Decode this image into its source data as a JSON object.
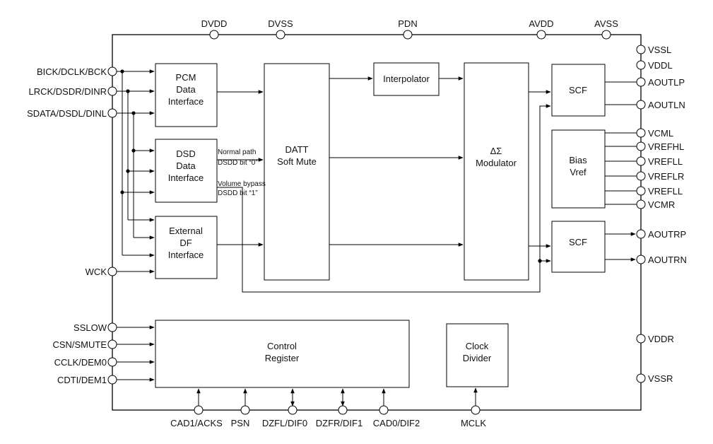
{
  "pins": {
    "top": [
      "DVDD",
      "DVSS",
      "PDN",
      "AVDD",
      "AVSS"
    ],
    "left": [
      "BICK/DCLK/BCK",
      "LRCK/DSDR/DINR",
      "SDATA/DSDL/DINL",
      "WCK",
      "SSLOW",
      "CSN/SMUTE",
      "CCLK/DEM0",
      "CDTI/DEM1"
    ],
    "right": [
      "VSSL",
      "VDDL",
      "AOUTLP",
      "AOUTLN",
      "VCML",
      "VREFHL",
      "VREFLL",
      "VREFLR",
      "VREFLL",
      "VCMR",
      "AOUTRP",
      "AOUTRN",
      "VDDR",
      "VSSR"
    ],
    "bottom": [
      "CAD1/ACKS",
      "PSN",
      "DZFL/DIF0",
      "DZFR/DIF1",
      "CAD0/DIF2",
      "MCLK"
    ]
  },
  "blocks": {
    "pcm": [
      "PCM",
      "Data",
      "Interface"
    ],
    "dsd": [
      "DSD",
      "Data",
      "Interface"
    ],
    "extdf": [
      "External",
      "DF",
      "Interface"
    ],
    "datt": [
      "DATT",
      "Soft Mute"
    ],
    "interp": [
      "Interpolator"
    ],
    "mod": [
      "ΔΣ",
      "Modulator"
    ],
    "scf_l": [
      "SCF"
    ],
    "bias": [
      "Bias",
      "Vref"
    ],
    "scf_r": [
      "SCF"
    ],
    "ctrl": [
      "Control",
      "Register"
    ],
    "clk": [
      "Clock",
      "Divider"
    ]
  },
  "annotations": {
    "normal_path": "Normal path",
    "dsdd_0": "DSDD bit “0”",
    "volume_bypass": "Volume bypass",
    "dsdd_1": "DSDD bit “1”"
  }
}
